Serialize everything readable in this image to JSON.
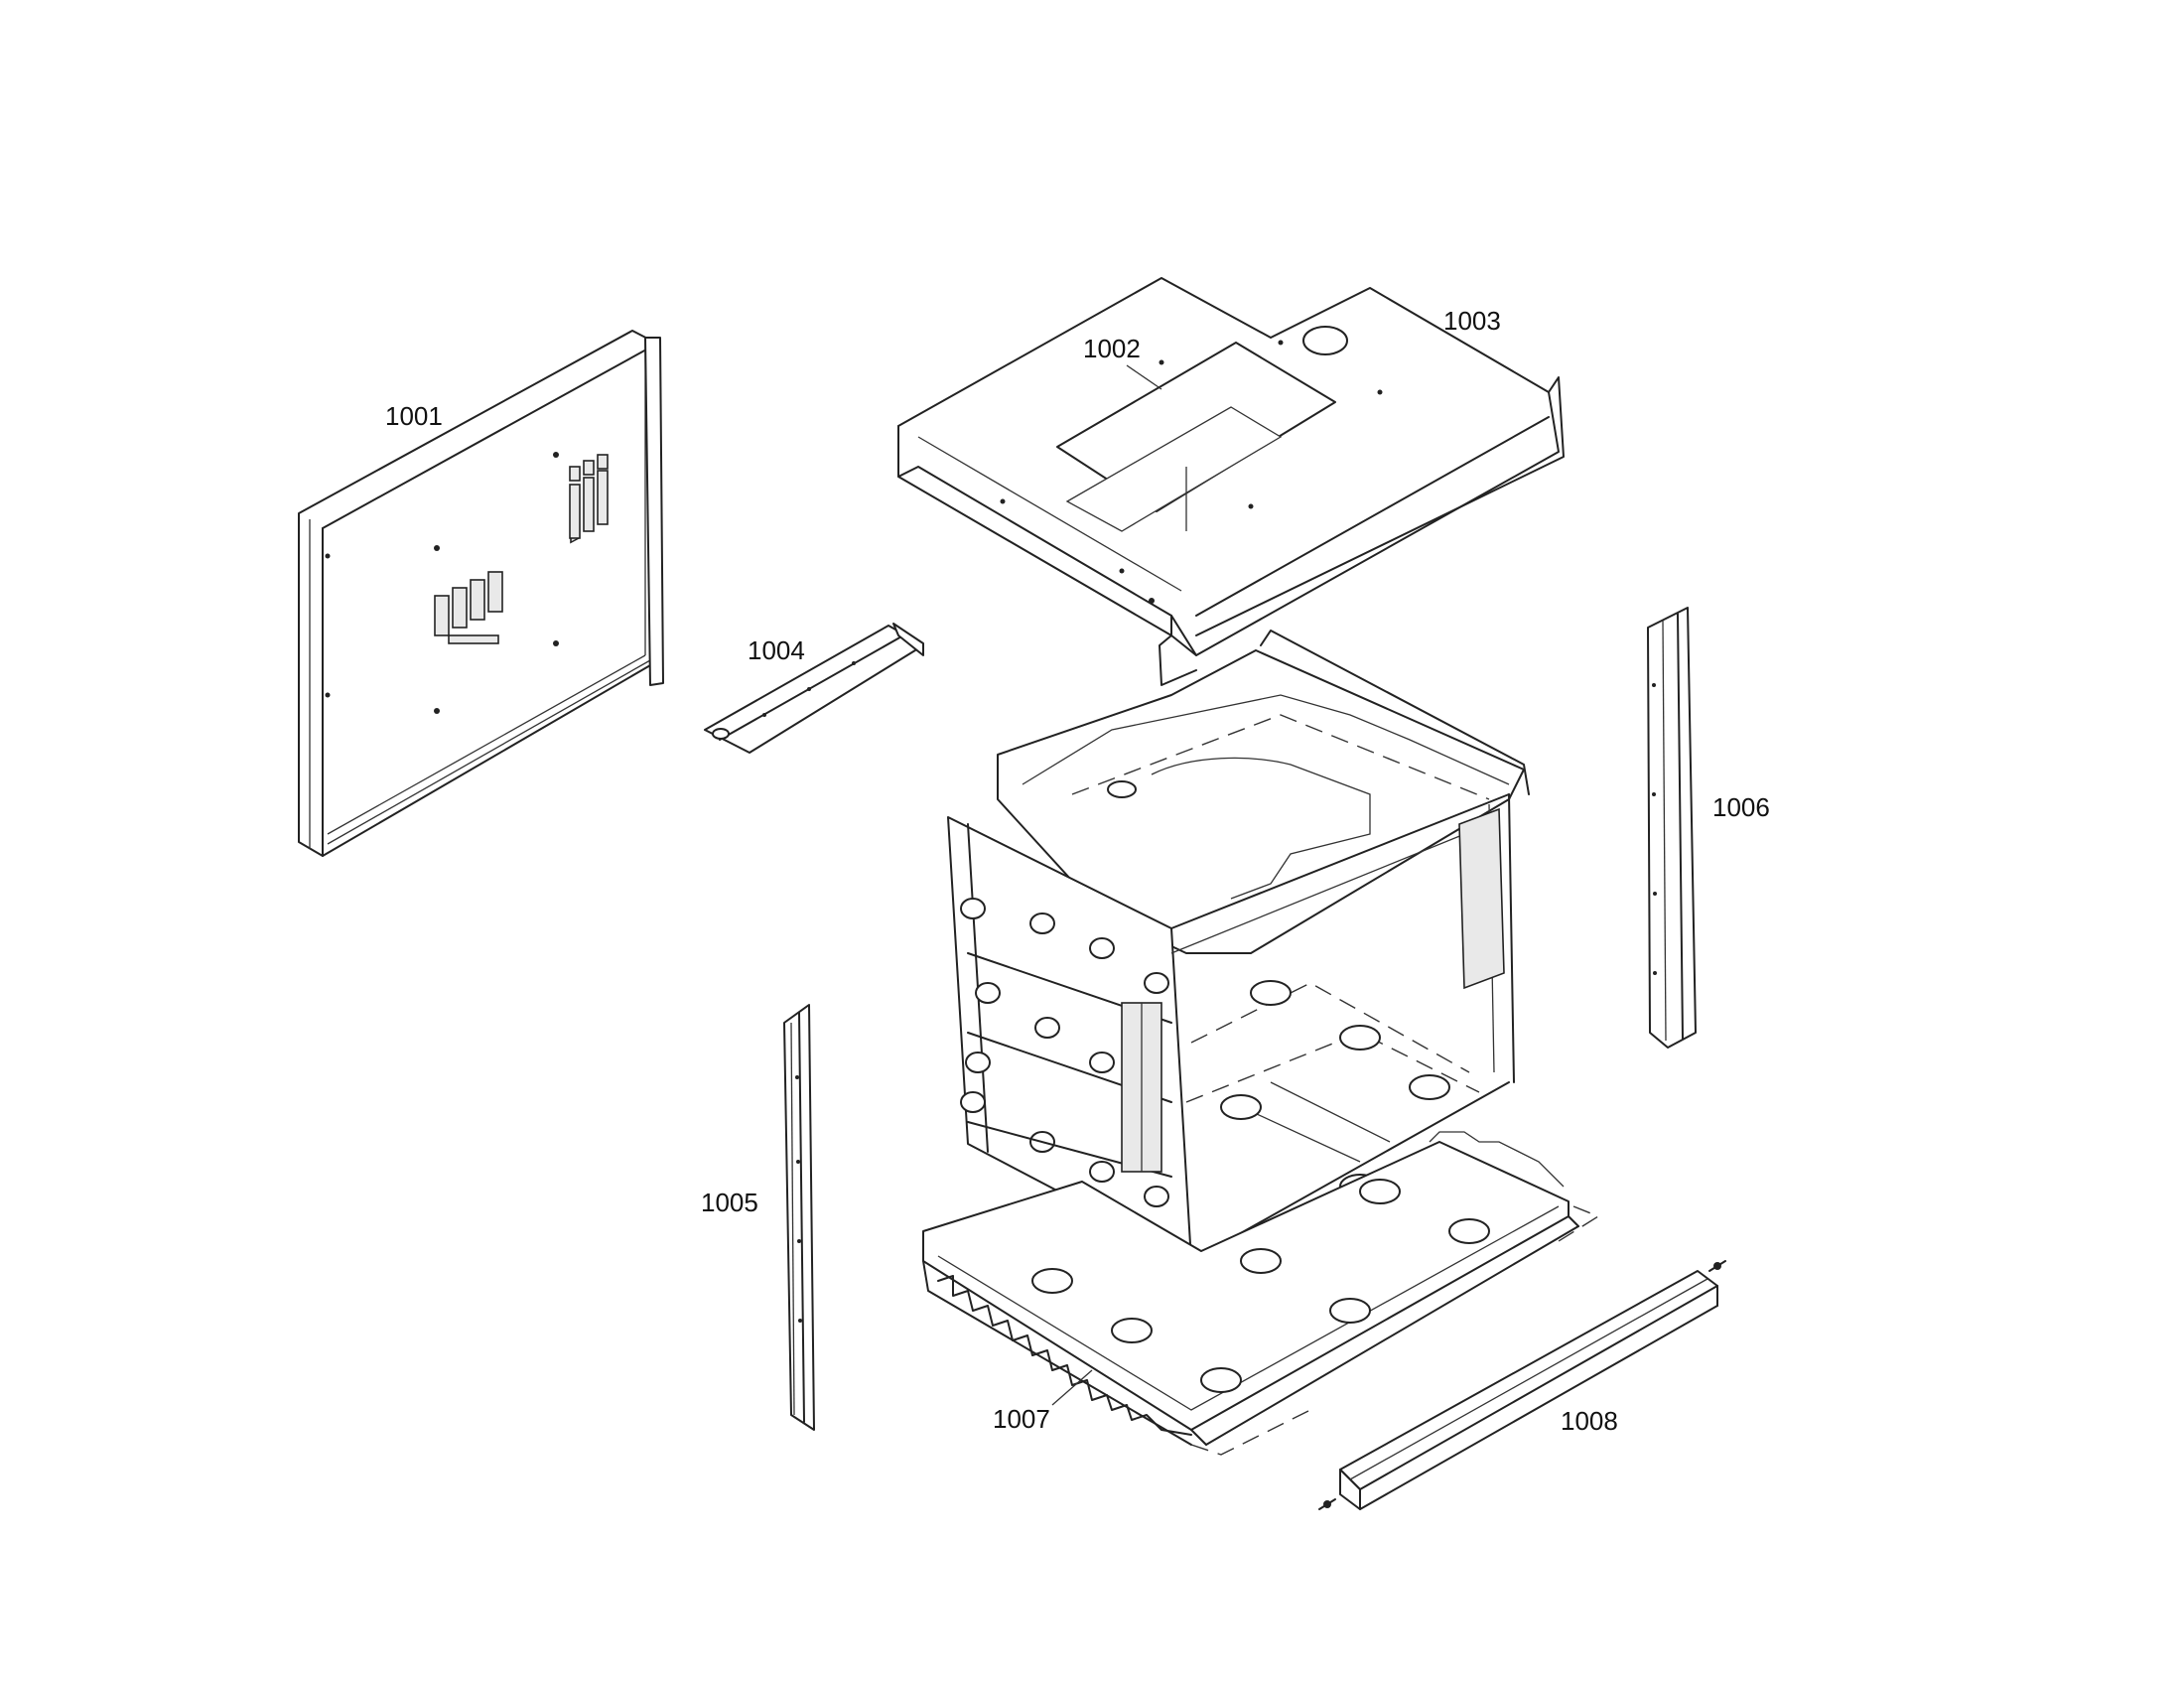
{
  "labels": {
    "p1001": "1001",
    "p1002": "1002",
    "p1003": "1003",
    "p1004": "1004",
    "p1005": "1005",
    "p1006": "1006",
    "p1007": "1007",
    "p1008": "1008"
  }
}
